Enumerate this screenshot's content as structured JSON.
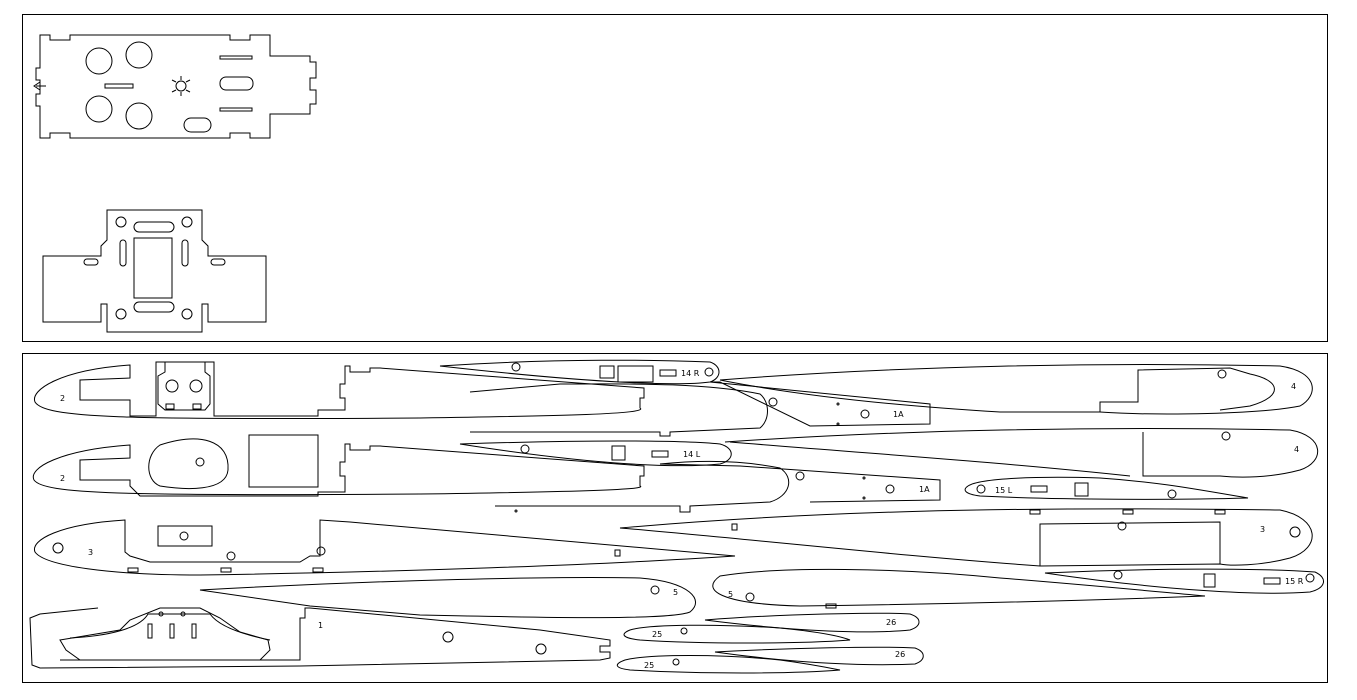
{
  "sheets": [
    {
      "id": "top",
      "content": "motor-mount-plates"
    },
    {
      "id": "bottom",
      "content": "airfoil-ribs-and-fuselage-parts"
    }
  ],
  "parts": {
    "rib_2_upper": "2",
    "rib_2_lower": "2",
    "rib_3": "3",
    "rib_1": "1",
    "rib_5_left": "5",
    "rib_5_right": "5",
    "rib_14R": "14 R",
    "rib_14L": "14 L",
    "rib_1A_upper": "1A",
    "rib_1A_lower": "1A",
    "rib_4_upper": "4",
    "rib_4_lower": "4",
    "rib_15L": "15 L",
    "rib_15R": "15 R",
    "rib_3_right": "3",
    "rib_25_upper": "25",
    "rib_25_lower": "25",
    "rib_26_upper": "26",
    "rib_26_lower": "26"
  },
  "colors": {
    "line": "#000000",
    "background": "#ffffff"
  }
}
